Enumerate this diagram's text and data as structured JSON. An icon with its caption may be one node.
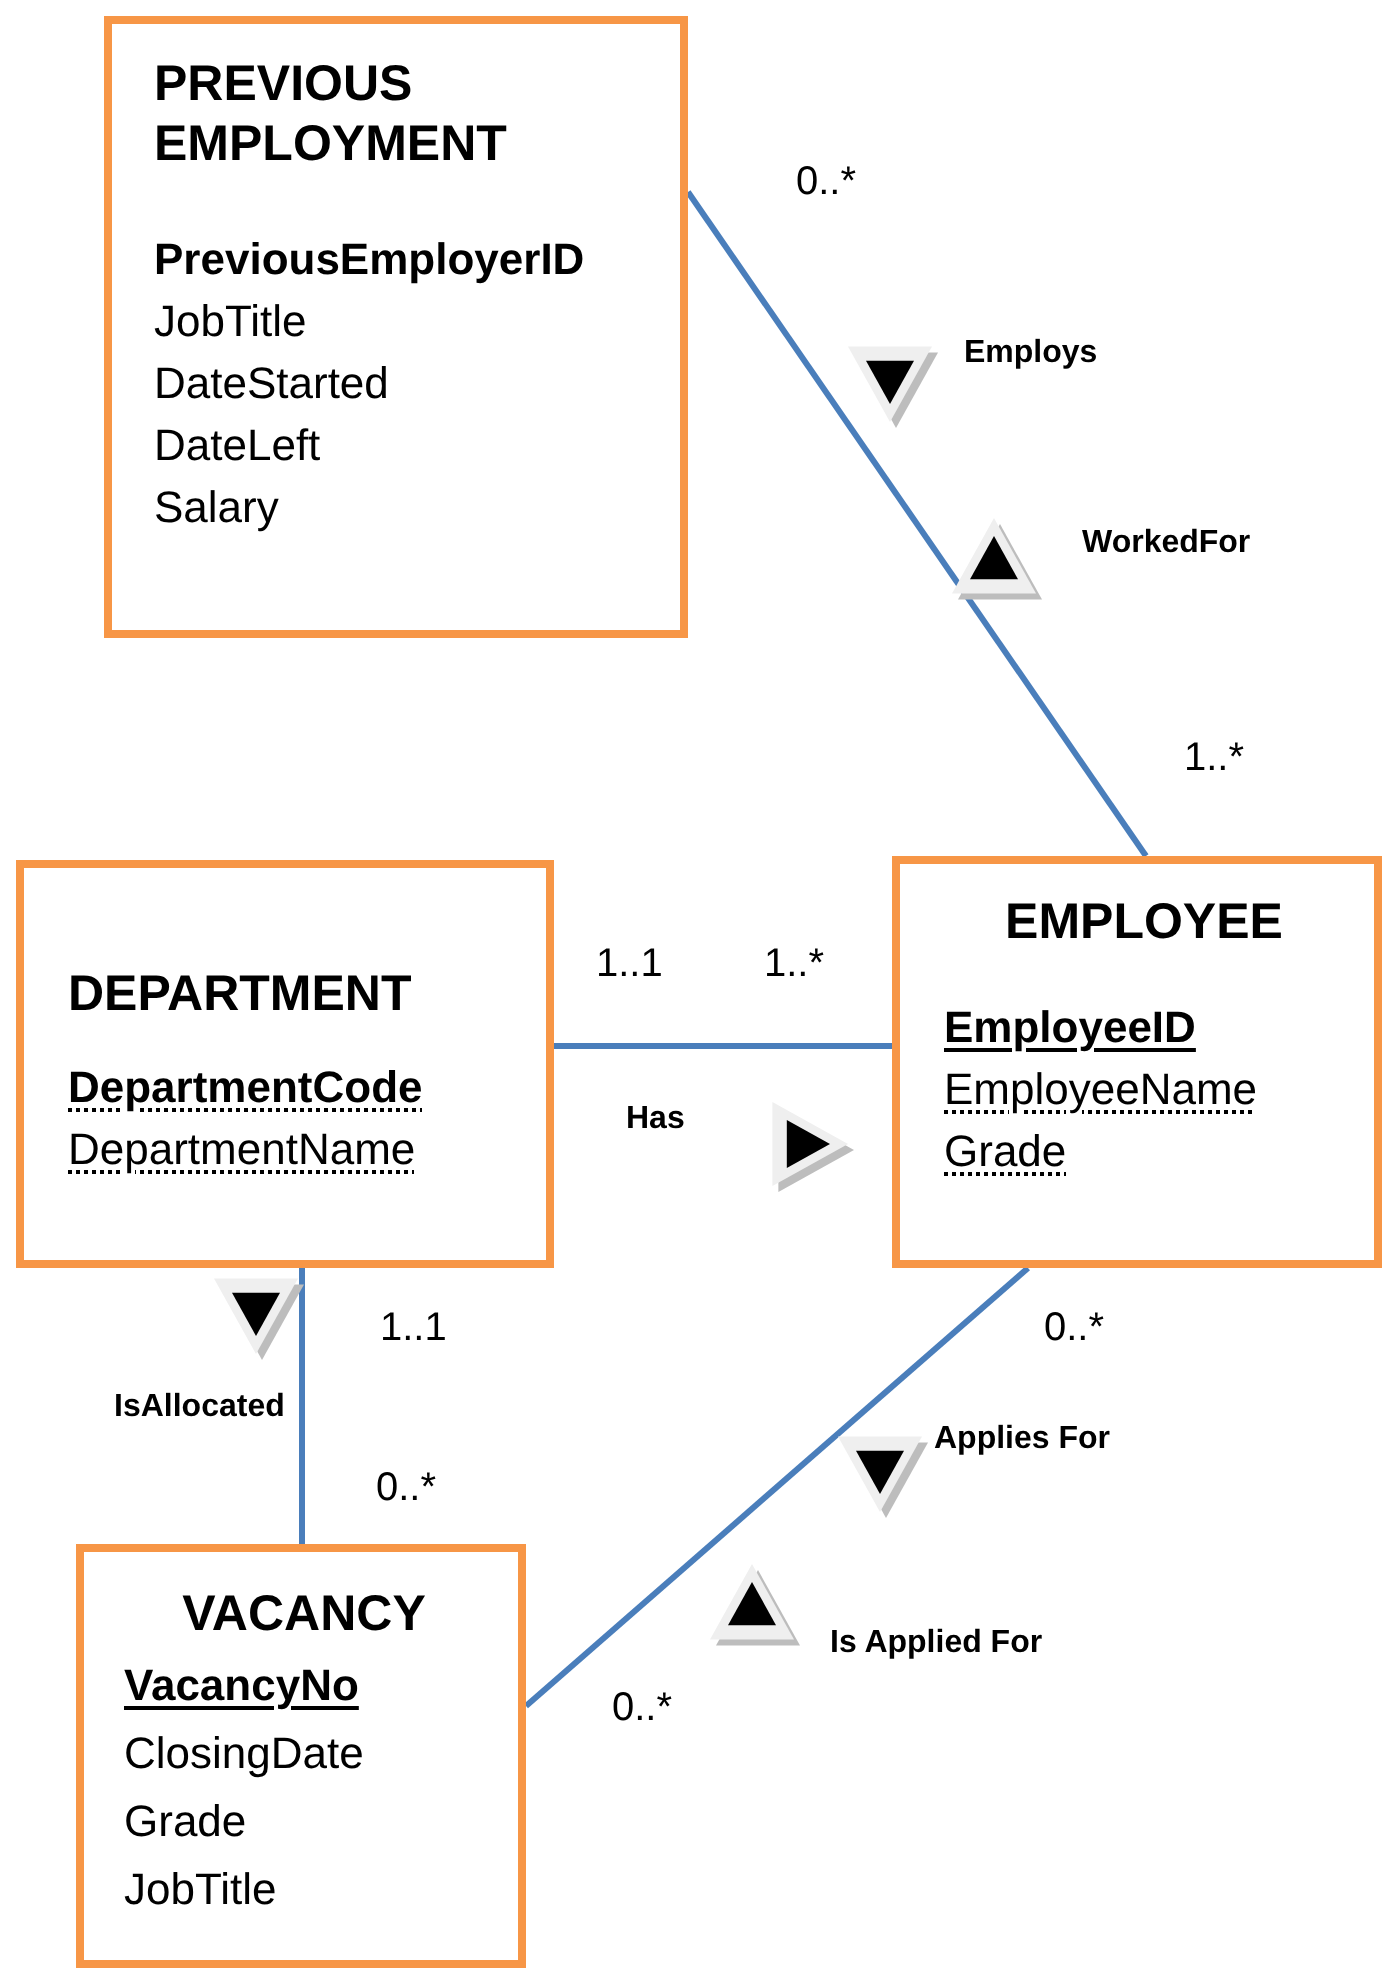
{
  "diagram": {
    "nodes": [
      {
        "text": [
          "PREVIOUS EMPLOYMENT",
          "PreviousEmployerID",
          "JobTitle",
          "DateStarted",
          "DateLeft",
          "Salary"
        ]
      },
      {
        "text": [
          "DEPARTMENT",
          "DepartmentCode",
          "DepartmentName"
        ]
      },
      {
        "text": [
          "EMPLOYEE",
          "EmployeeID",
          "EmployeeName",
          "Grade"
        ]
      },
      {
        "text": [
          "VACANCY",
          "VacancyNo",
          "ClosingDate",
          "Grade",
          "JobTitle"
        ]
      }
    ],
    "edges": [
      {
        "from": 0,
        "to": 2,
        "arrow": "none"
      },
      {
        "from": 1,
        "to": 2,
        "arrow": "none"
      },
      {
        "from": 1,
        "to": 3,
        "arrow": "none"
      },
      {
        "from": 2,
        "to": 3,
        "arrow": "none"
      }
    ],
    "labels": [
      "0..*",
      "Employs",
      "WorkedFor",
      "1..*",
      "1..1",
      "1..*",
      "Has",
      "1..1",
      "IsAllocated",
      "0..*",
      "0..*",
      "Applies For",
      "Is Applied For",
      "0..*"
    ]
  }
}
